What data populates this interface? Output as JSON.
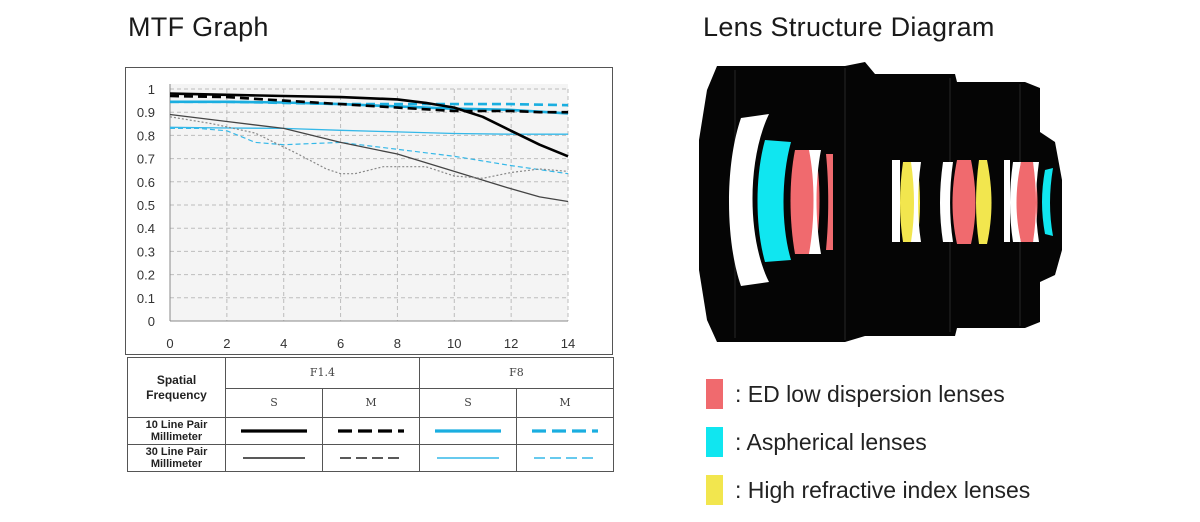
{
  "titles": {
    "mtf": "MTF Graph",
    "lens": "Lens Structure Diagram"
  },
  "chart_data": {
    "type": "line",
    "title": "MTF Graph",
    "xlabel": "",
    "ylabel": "",
    "xlim": [
      0,
      14
    ],
    "ylim": [
      0,
      1
    ],
    "x_ticks": [
      "0",
      "2",
      "4",
      "6",
      "8",
      "10",
      "12",
      "14"
    ],
    "y_ticks": [
      "0",
      "0.1",
      "0.2",
      "0.3",
      "0.4",
      "0.5",
      "0.6",
      "0.7",
      "0.8",
      "0.9",
      "1"
    ],
    "grid": true,
    "series": [
      {
        "aperture": "F1.4",
        "direction": "S",
        "frequency": "10 Line Pair Millimeter",
        "color": "#000000",
        "style": "solid-thick",
        "x": [
          0,
          2,
          4,
          6,
          8,
          9,
          10,
          11,
          12,
          13,
          14
        ],
        "y": [
          0.98,
          0.975,
          0.97,
          0.965,
          0.955,
          0.94,
          0.92,
          0.88,
          0.82,
          0.76,
          0.71
        ]
      },
      {
        "aperture": "F1.4",
        "direction": "M",
        "frequency": "10 Line Pair Millimeter",
        "color": "#000000",
        "style": "dashed-thick",
        "x": [
          0,
          2,
          4,
          6,
          8,
          10,
          12,
          13,
          14
        ],
        "y": [
          0.97,
          0.965,
          0.95,
          0.935,
          0.92,
          0.905,
          0.905,
          0.9,
          0.9
        ]
      },
      {
        "aperture": "F1.4",
        "direction": "S",
        "frequency": "30 Line Pair Millimeter",
        "color": "#444444",
        "style": "solid-thin",
        "x": [
          0,
          2,
          4,
          6,
          8,
          10,
          12,
          13,
          14
        ],
        "y": [
          0.89,
          0.86,
          0.83,
          0.77,
          0.72,
          0.645,
          0.57,
          0.535,
          0.515
        ]
      },
      {
        "aperture": "F1.4",
        "direction": "M",
        "frequency": "30 Line Pair Millimeter",
        "color": "#888888",
        "style": "dashed-thin",
        "x": [
          0,
          1.5,
          3,
          4.5,
          5.5,
          6,
          6.5,
          7.5,
          9,
          10,
          11,
          12,
          13,
          14
        ],
        "y": [
          0.88,
          0.85,
          0.81,
          0.72,
          0.655,
          0.635,
          0.635,
          0.665,
          0.665,
          0.625,
          0.615,
          0.64,
          0.655,
          0.645
        ]
      },
      {
        "aperture": "F8",
        "direction": "S",
        "frequency": "10 Line Pair Millimeter",
        "color": "#1aaee0",
        "style": "solid-thick",
        "x": [
          0,
          2,
          4,
          6,
          8,
          10,
          12,
          14
        ],
        "y": [
          0.945,
          0.945,
          0.942,
          0.935,
          0.925,
          0.915,
          0.91,
          0.895
        ]
      },
      {
        "aperture": "F8",
        "direction": "M",
        "frequency": "10 Line Pair Millimeter",
        "color": "#1aaee0",
        "style": "dashed-thick",
        "x": [
          0,
          2,
          4,
          6,
          8,
          10,
          12,
          14
        ],
        "y": [
          0.945,
          0.945,
          0.94,
          0.935,
          0.935,
          0.935,
          0.935,
          0.93
        ]
      },
      {
        "aperture": "F8",
        "direction": "S",
        "frequency": "30 Line Pair Millimeter",
        "color": "#35b8e8",
        "style": "solid-thin",
        "x": [
          0,
          2,
          4,
          6,
          8,
          10,
          12,
          14
        ],
        "y": [
          0.835,
          0.832,
          0.83,
          0.822,
          0.815,
          0.808,
          0.805,
          0.805
        ]
      },
      {
        "aperture": "F8",
        "direction": "M",
        "frequency": "30 Line Pair Millimeter",
        "color": "#35b8e8",
        "style": "dashed-thin",
        "x": [
          0,
          1,
          2,
          3,
          4,
          6,
          8,
          10,
          12,
          14
        ],
        "y": [
          0.83,
          0.83,
          0.82,
          0.77,
          0.76,
          0.77,
          0.74,
          0.71,
          0.67,
          0.635
        ]
      }
    ]
  },
  "legend_table": {
    "header": "Spatial Frequency",
    "apertures": [
      "F1.4",
      "F8"
    ],
    "directions": [
      "S",
      "M",
      "S",
      "M"
    ],
    "rows": [
      "10 Line Pair Millimeter",
      "30 Line Pair Millimeter"
    ]
  },
  "lens_legend": [
    {
      "label": ": ED low dispersion lenses",
      "color": "#f06a6e"
    },
    {
      "label": ": Aspherical lenses",
      "color": "#10e6f0"
    },
    {
      "label": ": High refractive index lenses",
      "color": "#f2e64e"
    }
  ]
}
